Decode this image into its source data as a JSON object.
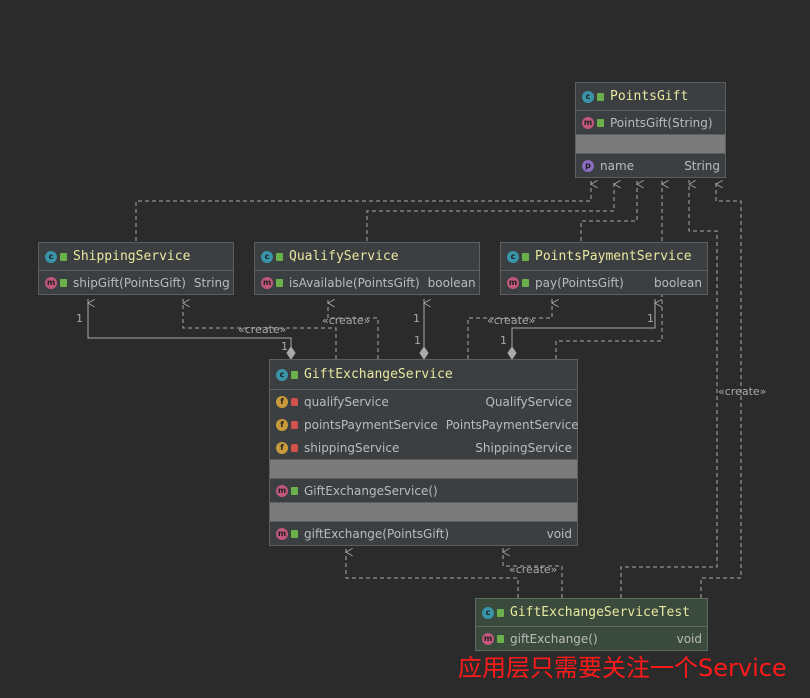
{
  "classes": {
    "points_gift": {
      "name": "PointsGift",
      "constructor": "PointsGift(String)",
      "field_name": "name",
      "field_type": "String"
    },
    "shipping_service": {
      "name": "ShippingService",
      "method": "shipGift(PointsGift)",
      "method_type": "String"
    },
    "qualify_service": {
      "name": "QualifyService",
      "method": "isAvailable(PointsGift)",
      "method_type": "boolean"
    },
    "points_payment_service": {
      "name": "PointsPaymentService",
      "method": "pay(PointsGift)",
      "method_type": "boolean"
    },
    "gift_exchange_service": {
      "name": "GiftExchangeService",
      "fields": [
        {
          "name": "qualifyService",
          "type": "QualifyService"
        },
        {
          "name": "pointsPaymentService",
          "type": "PointsPaymentService"
        },
        {
          "name": "shippingService",
          "type": "ShippingService"
        }
      ],
      "constructor": "GiftExchangeService()",
      "method": "giftExchange(PointsGift)",
      "method_type": "void"
    },
    "gift_exchange_service_test": {
      "name": "GiftExchangeServiceTest",
      "method": "giftExchange()",
      "method_type": "void"
    }
  },
  "edge_labels": {
    "create": "«create»",
    "one": "1"
  },
  "badges": {
    "class": "c",
    "method": "m",
    "field": "f",
    "property": "p"
  },
  "annotation": "应用层只需要关注一个Service",
  "colors": {
    "background": "#2b2b2b",
    "class_name": "#e8e8a0",
    "annotation": "#ff1a1a",
    "edge": "#a9a9a9"
  }
}
